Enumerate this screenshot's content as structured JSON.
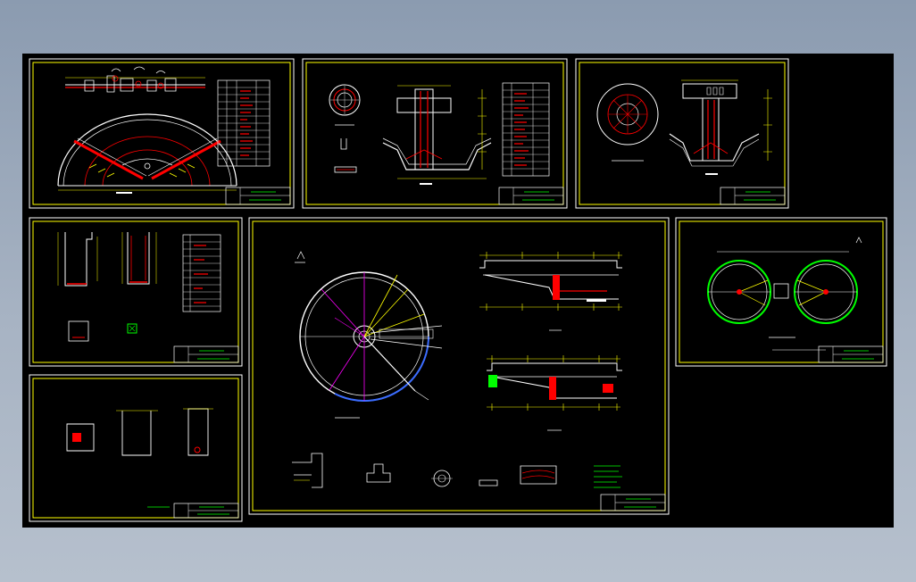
{
  "viewport": {
    "background": "#000000",
    "desktop_colors": [
      "#8b9bb0",
      "#b6c0cd"
    ]
  },
  "layer_colors": {
    "outline": "#ffffff",
    "sheet_border": "#ffff00",
    "dimension": "#ffff00",
    "rebar": "#ff0000",
    "axis": "#ff00ff",
    "hatch": "#00ff00",
    "leader": "#ffff00",
    "structure": "#ffffff",
    "title_block": "#00ff00"
  },
  "drawing_sheets": [
    {
      "id": "sheet-1",
      "name": "semicircle-plan-sheet"
    },
    {
      "id": "sheet-2",
      "name": "trough-section-sheet"
    },
    {
      "id": "sheet-3",
      "name": "center-column-sheet"
    },
    {
      "id": "sheet-4",
      "name": "beam-detail-sheet"
    },
    {
      "id": "sheet-5",
      "name": "wall-detail-sheet"
    },
    {
      "id": "sheet-6",
      "name": "main-tank-plan-sheet"
    },
    {
      "id": "sheet-7",
      "name": "twin-tank-sheet"
    }
  ]
}
